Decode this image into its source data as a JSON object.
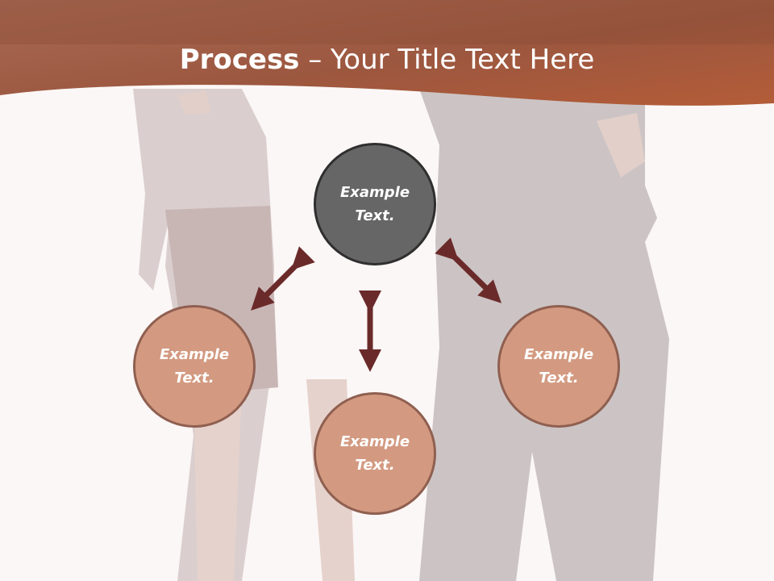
{
  "slide": {
    "title_bold": "Process",
    "title_rest": " – Your Title Text Here"
  },
  "circles": {
    "top": "Example Text.",
    "left": "Example Text.",
    "right": "Example Text.",
    "bottom": "Example Text."
  },
  "colors": {
    "header": "#b8674a",
    "center_circle": "#666666",
    "outer_circle": "#d39a81",
    "arrow": "#6b2a2a"
  },
  "icons": [
    "double-headed-arrow"
  ]
}
